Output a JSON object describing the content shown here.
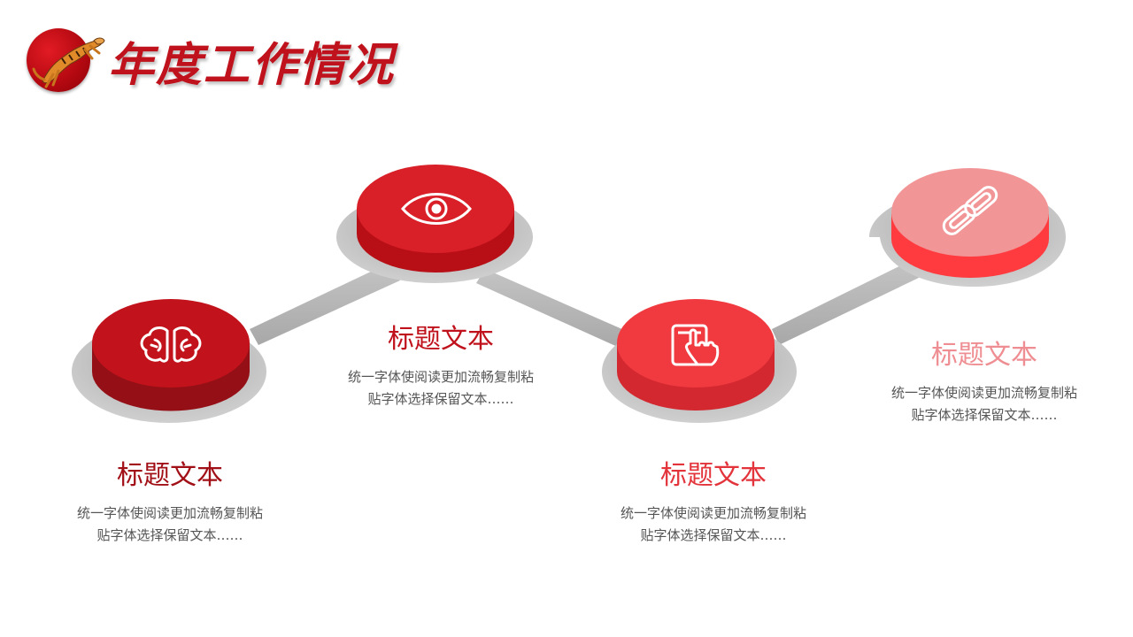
{
  "header": {
    "title": "年度工作情况",
    "logo_icon": "tiger-icon"
  },
  "steps": [
    {
      "title": "标题文本",
      "desc_line1": "统一字体使阅读更加流畅复制粘",
      "desc_line2": "贴字体选择保留文本……",
      "icon": "brain-icon",
      "color": "#a11017"
    },
    {
      "title": "标题文本",
      "desc_line1": "统一字体使阅读更加流畅复制粘",
      "desc_line2": "贴字体选择保留文本……",
      "icon": "eye-icon",
      "color": "#c0121c"
    },
    {
      "title": "标题文本",
      "desc_line1": "统一字体使阅读更加流畅复制粘",
      "desc_line2": "贴字体选择保留文本……",
      "icon": "tablet-touch-icon",
      "color": "#e3343c"
    },
    {
      "title": "标题文本",
      "desc_line1": "统一字体使阅读更加流畅复制粘",
      "desc_line2": "贴字体选择保留文本……",
      "icon": "chain-link-icon",
      "color": "#ef8e92"
    }
  ]
}
